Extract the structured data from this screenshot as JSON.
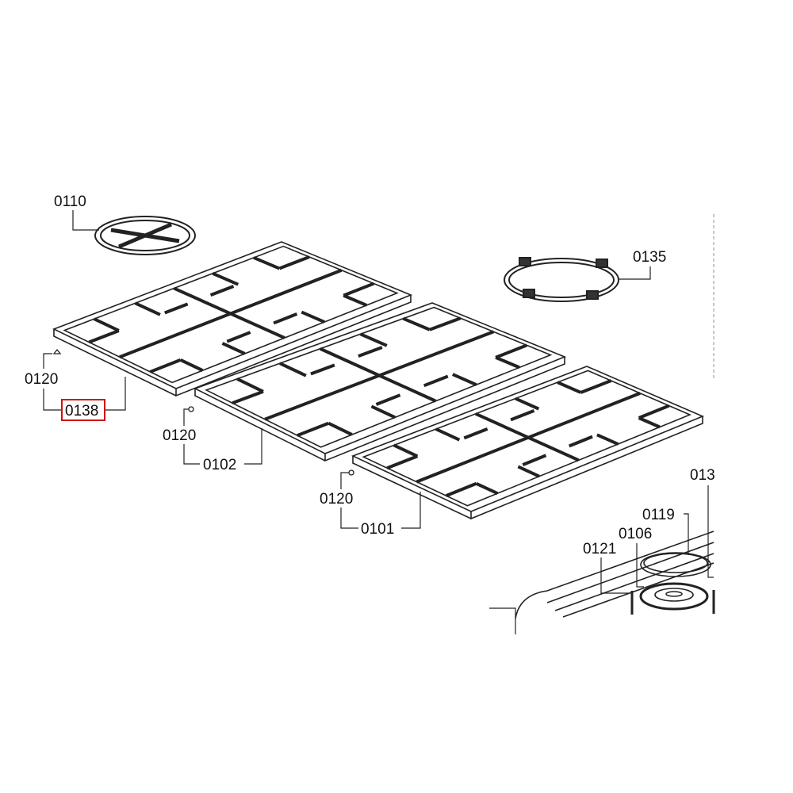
{
  "diagram": {
    "highlight_color": "#d01010",
    "labels": {
      "wok_ring_small": "0110",
      "wok_ring_large": "0135",
      "screw_left": "0120",
      "grate_left": "0138",
      "screw_middle": "0120",
      "grate_middle": "0102",
      "screw_right": "0120",
      "grate_right": "0101",
      "partial_label": "013",
      "burner_cap": "0119",
      "burner_head": "0106",
      "electrode": "0121"
    }
  }
}
